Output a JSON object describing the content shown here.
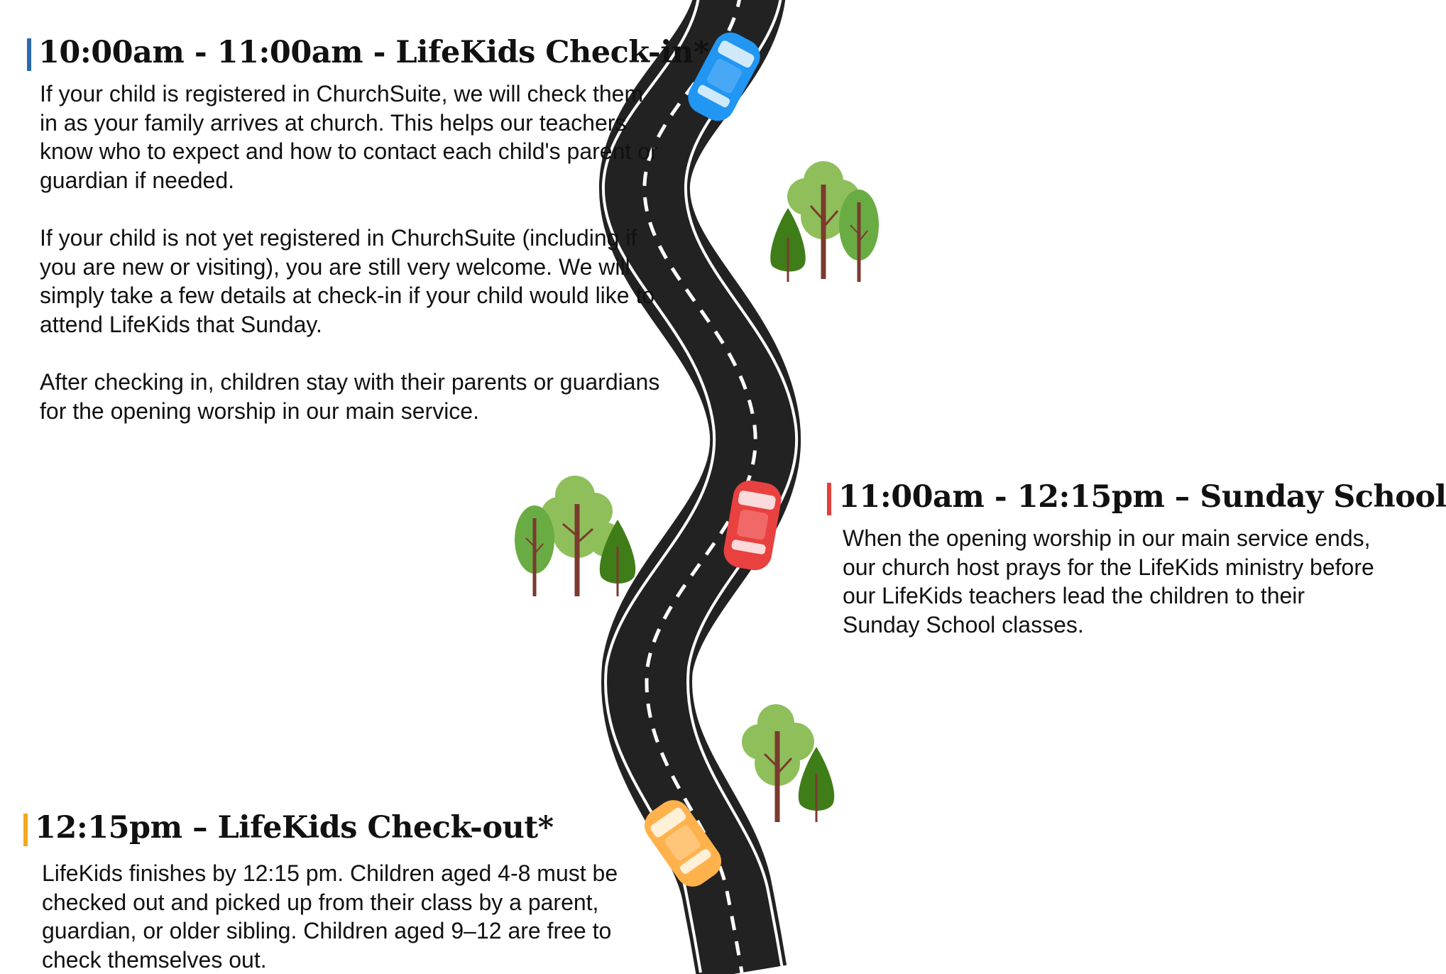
{
  "sections": [
    {
      "heading": "10:00am - 11:00am - LifeKids Check-in*",
      "accent": "#2a6ab3",
      "paragraphs": [
        "If your child is registered in ChurchSuite, we will check them in as your family arrives at church. This helps our teachers know who to expect and how to contact each child's parent or guardian if needed.",
        "If your child is not yet registered in ChurchSuite (including if you are new or visiting), you are still very welcome. We will simply take a few details at check-in if your child would like to attend LifeKids that Sunday.",
        "After checking in, children stay with their parents or guardians for the opening worship in our main service."
      ]
    },
    {
      "heading": "11:00am - 12:15pm – Sunday School",
      "accent": "#e2403a",
      "paragraphs": [
        "When the opening worship in our main service ends, our church host prays for the LifeKids ministry before our LifeKids teachers lead the children to their Sunday School classes."
      ]
    },
    {
      "heading": "12:15pm – LifeKids Check-out*",
      "accent": "#f4a81d",
      "paragraphs": [
        "LifeKids finishes by 12:15 pm. Children aged 4-8 must be checked out and picked up from their class by a parent, guardian, or older sibling. Children aged 9–12 are free to check themselves out."
      ]
    }
  ],
  "illustration": {
    "road_color": "#222222",
    "road_line_color": "#ffffff",
    "cars": [
      {
        "icon": "car-icon",
        "color": "#2196f3"
      },
      {
        "icon": "car-icon",
        "color": "#e94040"
      },
      {
        "icon": "car-icon",
        "color": "#ffb24c"
      }
    ],
    "trees": {
      "light": "#8fbf5a",
      "mid": "#6aac44",
      "dark": "#3f7d18",
      "trunk": "#7a3b2e"
    }
  }
}
